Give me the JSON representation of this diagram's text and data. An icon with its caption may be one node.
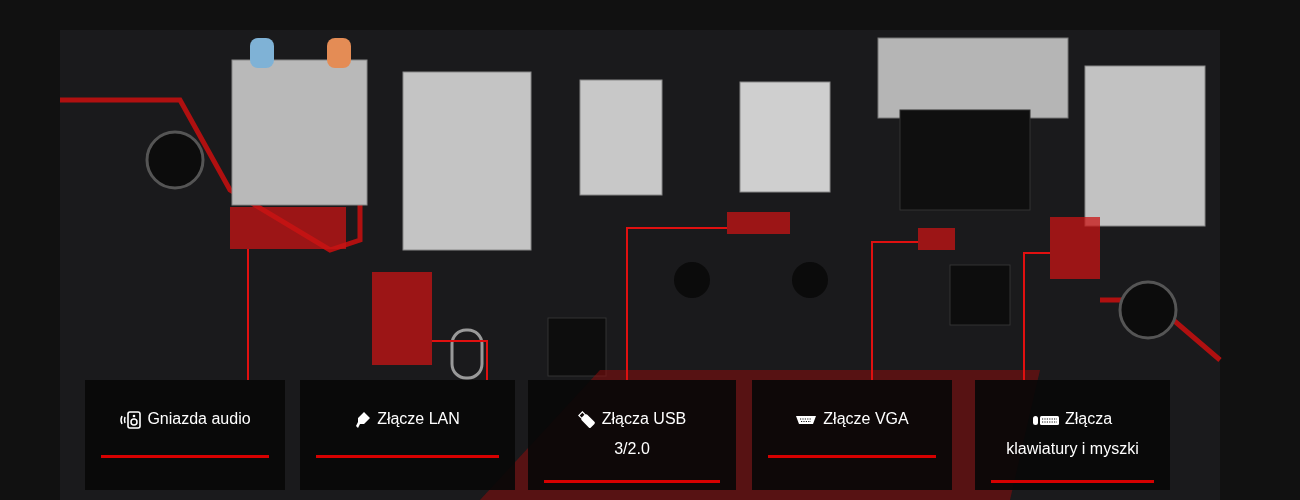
{
  "diagram": {
    "nodes": [
      {
        "text": [],
        "shape": "box"
      },
      {
        "text": [],
        "shape": "box"
      },
      {
        "text": [],
        "shape": "box"
      },
      {
        "text": [],
        "shape": "box"
      },
      {
        "text": [],
        "shape": "box"
      },
      {
        "text": [
          "Gniazda audio"
        ]
      },
      {
        "text": [
          "Złącze LAN"
        ]
      },
      {
        "text": [
          "Złącza USB 3/2.0"
        ]
      },
      {
        "text": [
          "Złącze VGA"
        ]
      },
      {
        "text": [
          "Złącza klawiatury i myszki"
        ]
      }
    ],
    "edges": [
      {
        "from": 5,
        "to": 0,
        "arrow": "none"
      },
      {
        "from": 6,
        "to": 1,
        "arrow": "none"
      },
      {
        "from": 7,
        "to": 2,
        "arrow": "none"
      },
      {
        "from": 8,
        "to": 3,
        "arrow": "none"
      },
      {
        "from": 9,
        "to": 4,
        "arrow": "none"
      }
    ]
  }
}
